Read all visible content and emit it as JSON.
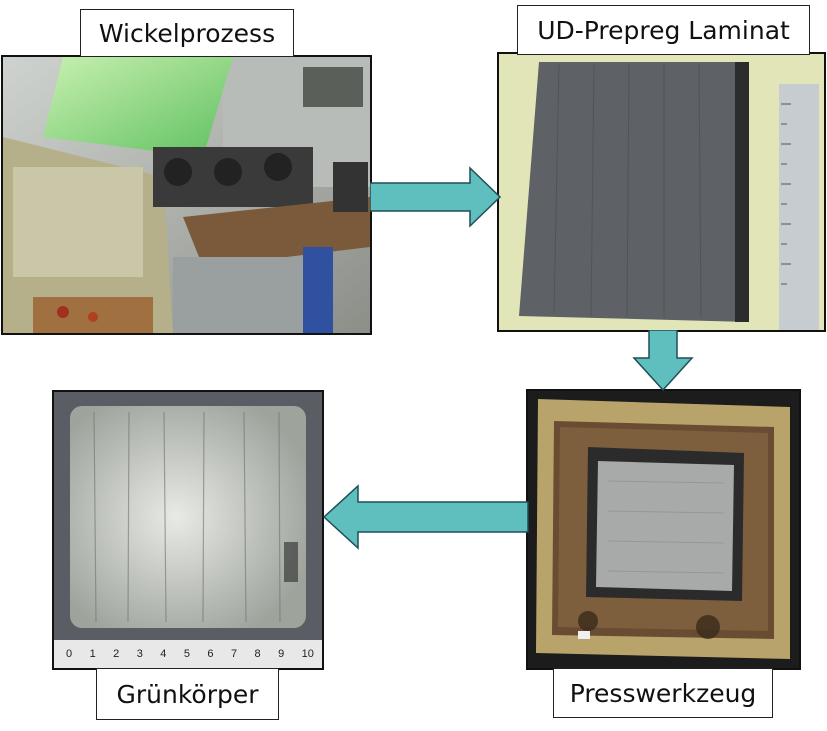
{
  "steps": {
    "wickel": {
      "label": "Wickelprozess"
    },
    "laminat": {
      "label": "UD-Prepreg Laminat"
    },
    "press": {
      "label": "Presswerkzeug"
    },
    "gruen": {
      "label": "Grünkörper"
    }
  },
  "ruler": {
    "ticks": [
      "0",
      "1",
      "2",
      "3",
      "4",
      "5",
      "6",
      "7",
      "8",
      "9",
      "10"
    ]
  },
  "colors": {
    "arrow": "#5fbfbf",
    "arrow_stroke": "#1f4f55",
    "photo_border": "#111111"
  }
}
